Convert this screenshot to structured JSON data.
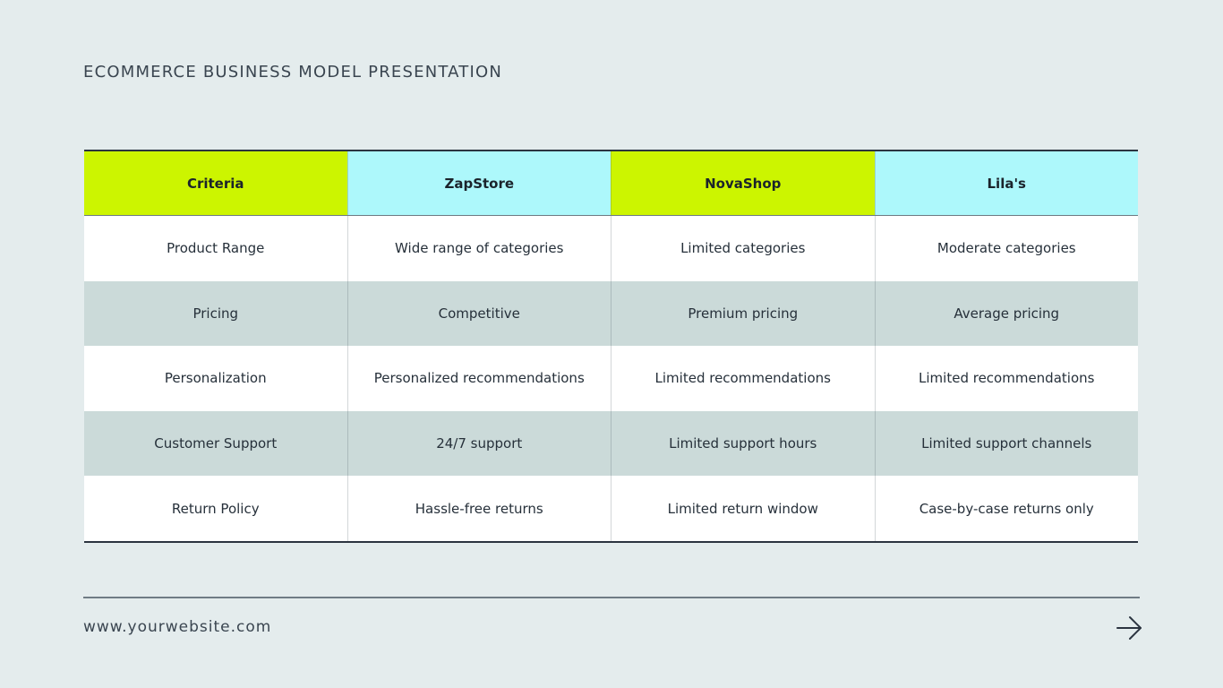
{
  "header": {
    "title": "ECOMMERCE BUSINESS MODEL PRESENTATION"
  },
  "colors": {
    "lime": "#ccf500",
    "cyan": "#adf8fb",
    "row_light": "#ffffff",
    "row_dark": "#cbdad9",
    "background": "#e4eced"
  },
  "table": {
    "columns": [
      "Criteria",
      "ZapStore",
      "NovaShop",
      "Lila's"
    ],
    "rows": [
      [
        "Product Range",
        "Wide range of categories",
        "Limited categories",
        "Moderate categories"
      ],
      [
        "Pricing",
        "Competitive",
        "Premium pricing",
        "Average pricing"
      ],
      [
        "Personalization",
        "Personalized recommendations",
        "Limited recommendations",
        "Limited recommendations"
      ],
      [
        "Customer Support",
        "24/7 support",
        "Limited support hours",
        "Limited support channels"
      ],
      [
        "Return Policy",
        "Hassle-free returns",
        "Limited return window",
        "Case-by-case returns only"
      ]
    ]
  },
  "footer": {
    "url": "www.yourwebsite.com",
    "next_icon": "arrow-right-icon"
  }
}
